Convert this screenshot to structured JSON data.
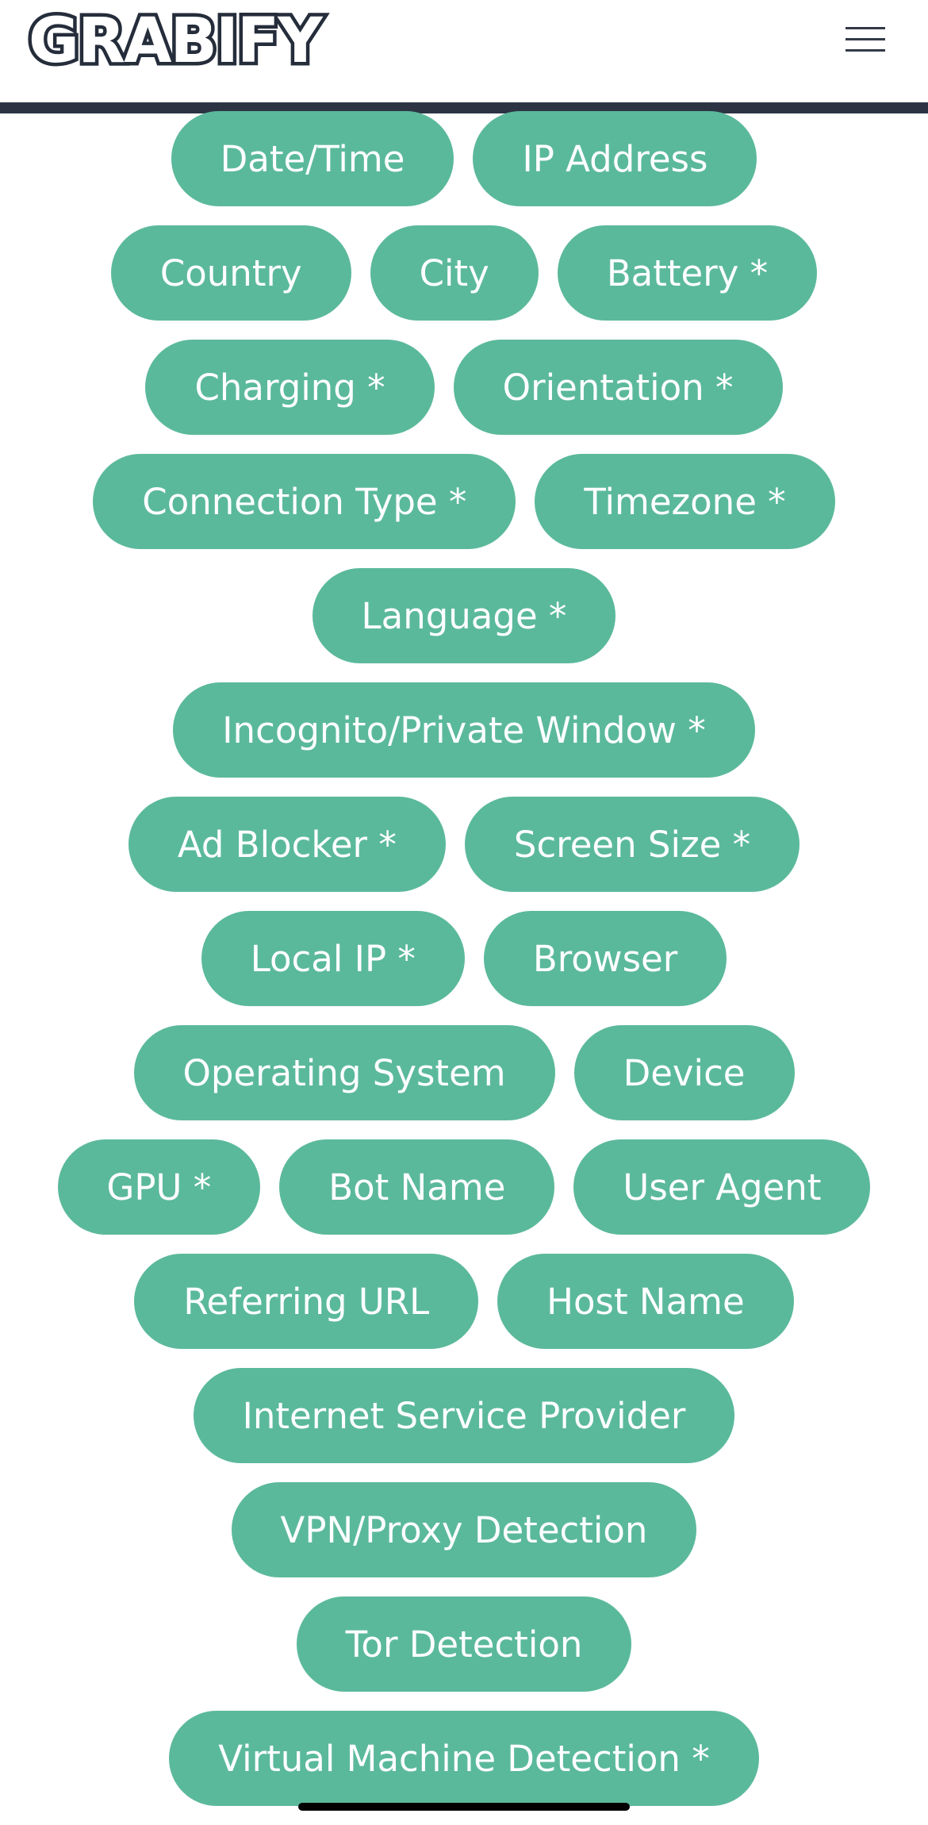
{
  "header": {
    "logo_text": "GRABIFY",
    "menu_icon": "hamburger-menu-icon"
  },
  "colors": {
    "pill_bg": "#5bb99b",
    "pill_text": "#ffffff",
    "divider": "#2c3444",
    "logo_outline": "#252d3b"
  },
  "pill_rows": [
    [
      "Date/Time",
      "IP Address"
    ],
    [
      "Country",
      "City",
      "Battery *"
    ],
    [
      "Charging *",
      "Orientation *"
    ],
    [
      "Connection Type *",
      "Timezone *"
    ],
    [
      "Language *"
    ],
    [
      "Incognito/Private Window *"
    ],
    [
      "Ad Blocker *",
      "Screen Size *"
    ],
    [
      "Local IP *",
      "Browser"
    ],
    [
      "Operating System",
      "Device"
    ],
    [
      "GPU *",
      "Bot Name",
      "User Agent"
    ],
    [
      "Referring URL",
      "Host Name"
    ],
    [
      "Internet Service Provider"
    ],
    [
      "VPN/Proxy Detection"
    ],
    [
      "Tor Detection"
    ],
    [
      "Virtual Machine Detection *"
    ]
  ]
}
